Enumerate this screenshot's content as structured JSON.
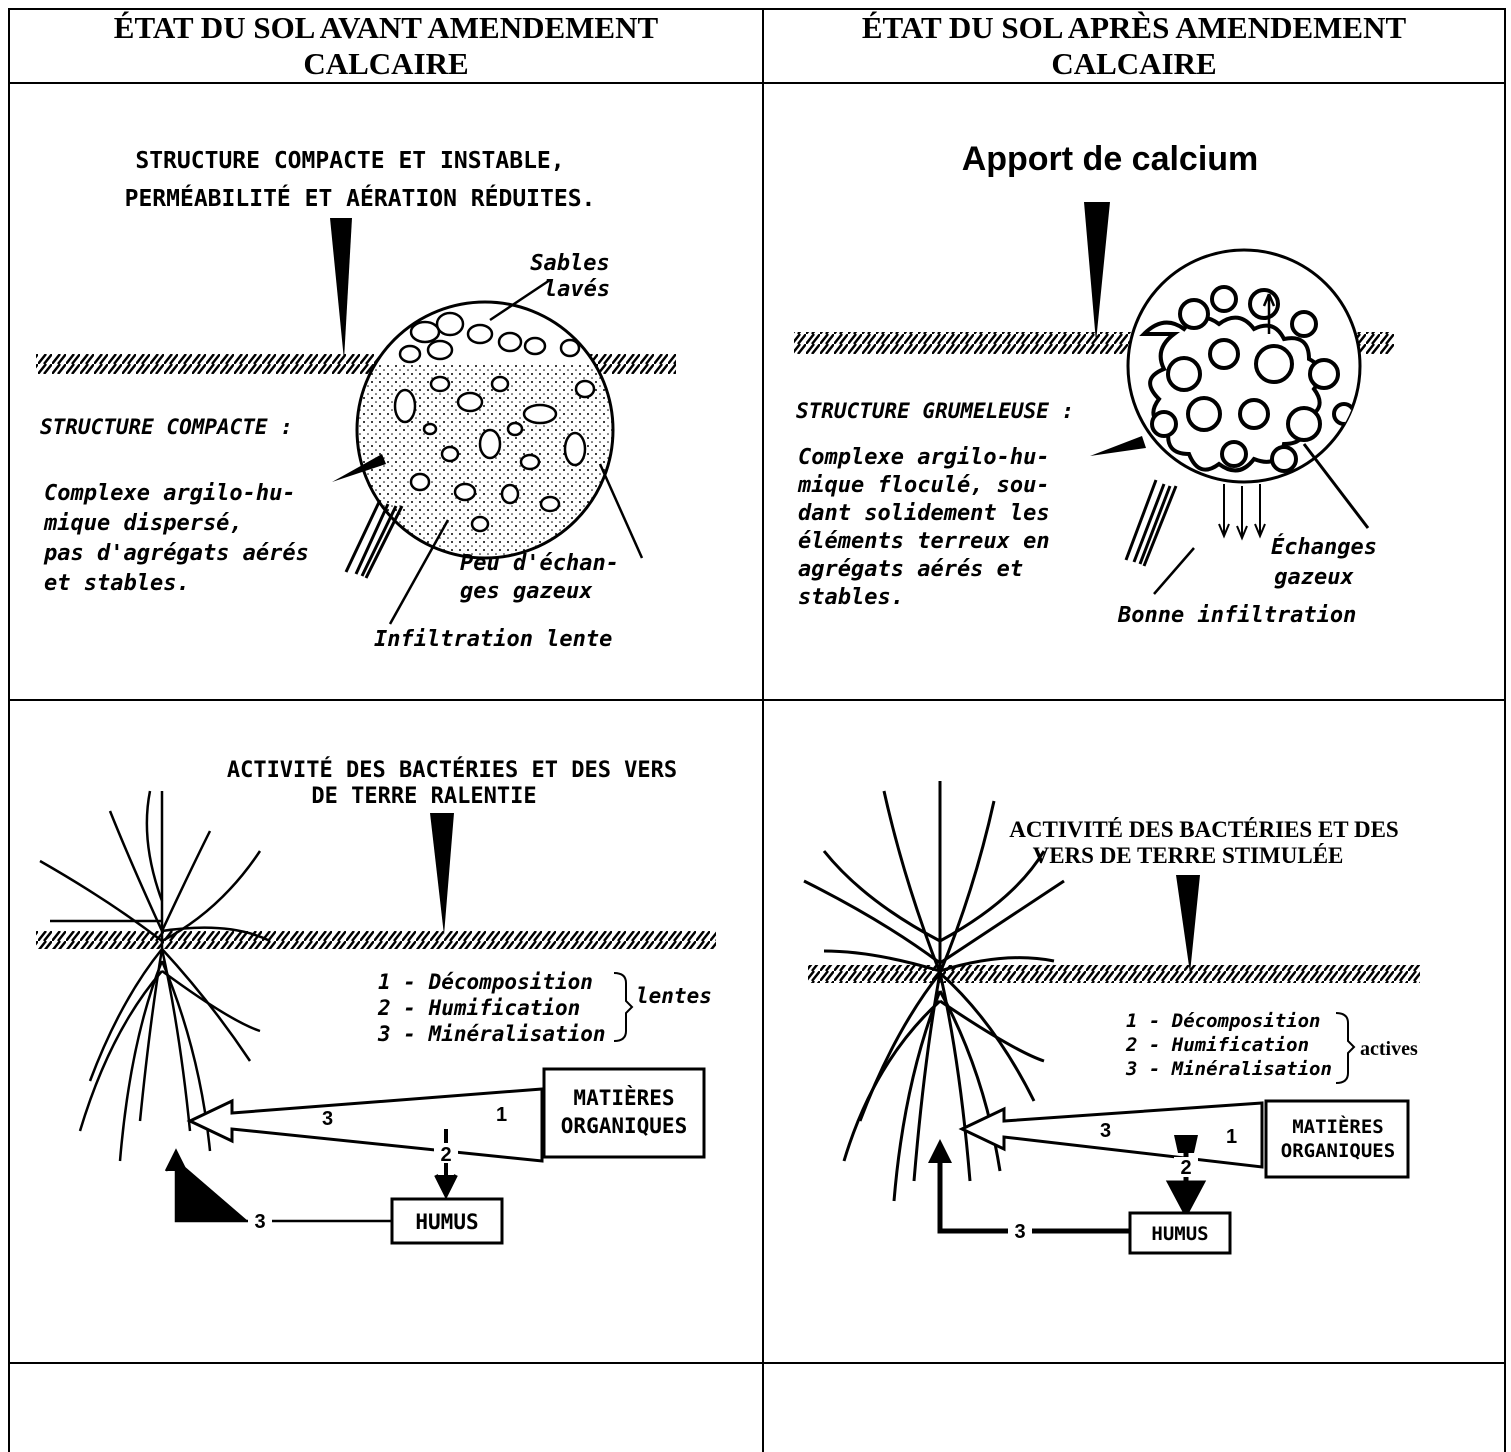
{
  "headers": {
    "left": [
      "ÉTAT DU SOL AVANT AMENDEMENT",
      "CALCAIRE"
    ],
    "right": [
      "ÉTAT DU SOL APRÈS AMENDEMENT",
      "CALCAIRE"
    ]
  },
  "panel_tl": {
    "title_line1": "STRUCTURE COMPACTE ET INSTABLE,",
    "title_line2": "PERMÉABILITÉ ET AÉRATION RÉDUITES.",
    "sables1": "Sables",
    "sables2": "lavés",
    "structure": "STRUCTURE COMPACTE :",
    "complexe": [
      "Complexe argilo-hu-",
      "mique dispersé,",
      "pas d'agrégats aérés",
      "et stables."
    ],
    "peu": [
      "Peu d'échan-",
      "ges  gazeux"
    ],
    "infiltration": "Infiltration lente"
  },
  "panel_tr": {
    "title": "Apport de calcium",
    "structure": "STRUCTURE GRUMELEUSE :",
    "complexe": [
      "Complexe argilo-hu-",
      "mique floculé, sou-",
      "dant solidement les",
      "éléments terreux en",
      "agrégats  aérés  et",
      "stables."
    ],
    "echanges": [
      "Échanges",
      "gazeux"
    ],
    "infiltration": "Bonne infiltration"
  },
  "panel_bl": {
    "title_line1": "ACTIVITÉ DES BACTÉRIES ET DES VERS",
    "title_line2": "DE TERRE  RALENTIE",
    "steps": [
      "1 - Décomposition",
      "2 - Humification",
      "3 - Minéralisation"
    ],
    "qualifier": "lentes",
    "box": [
      "MATIÈRES",
      "ORGANIQUES"
    ],
    "humus": "HUMUS",
    "n1": "1",
    "n2": "2",
    "n3a": "3",
    "n3b": "3"
  },
  "panel_br": {
    "title_line1": "ACTIVITÉ DES BACTÉRIES ET DES",
    "title_line2": "VERS DE TERRE  STIMULÉE",
    "steps": [
      "1 - Décomposition",
      "2 - Humification",
      "3 - Minéralisation"
    ],
    "qualifier": "actives",
    "box": [
      "MATIÈRES",
      "ORGANIQUES"
    ],
    "humus": "HUMUS",
    "n1": "1",
    "n2": "2",
    "n3a": "3",
    "n3b": "3"
  }
}
